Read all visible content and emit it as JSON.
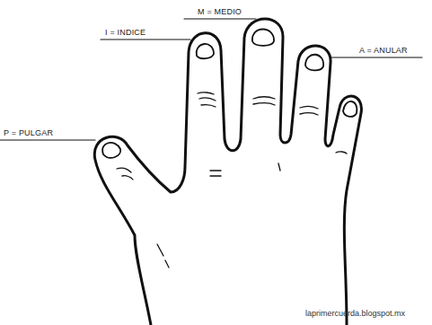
{
  "diagram": {
    "labels": [
      "M = MEDIO",
      "I = INDICE",
      "A = ANULAR",
      "P = PULGAR",
      "laprimercuerda.blogspot.mx"
    ]
  }
}
